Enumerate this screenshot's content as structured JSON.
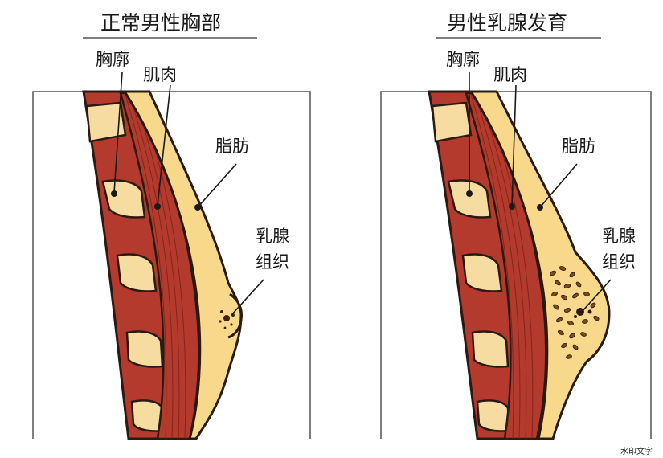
{
  "panels": [
    {
      "title": "正常男性胸部",
      "labels": {
        "rib": "胸廓",
        "muscle": "肌肉",
        "fat": "脂肪",
        "gland_line1": "乳腺",
        "gland_line2": "组织"
      }
    },
    {
      "title": "男性乳腺发育",
      "labels": {
        "rib": "胸廓",
        "muscle": "肌肉",
        "fat": "脂肪",
        "gland_line1": "乳腺",
        "gland_line2": "组织"
      }
    }
  ],
  "watermark": "水印文字",
  "colors": {
    "muscle": "#b33a2c",
    "muscle_dark": "#8e2a20",
    "rib_bone": "#f6dca0",
    "fat": "#f8d98c",
    "outline": "#2a1a14",
    "frame": "#555555"
  }
}
